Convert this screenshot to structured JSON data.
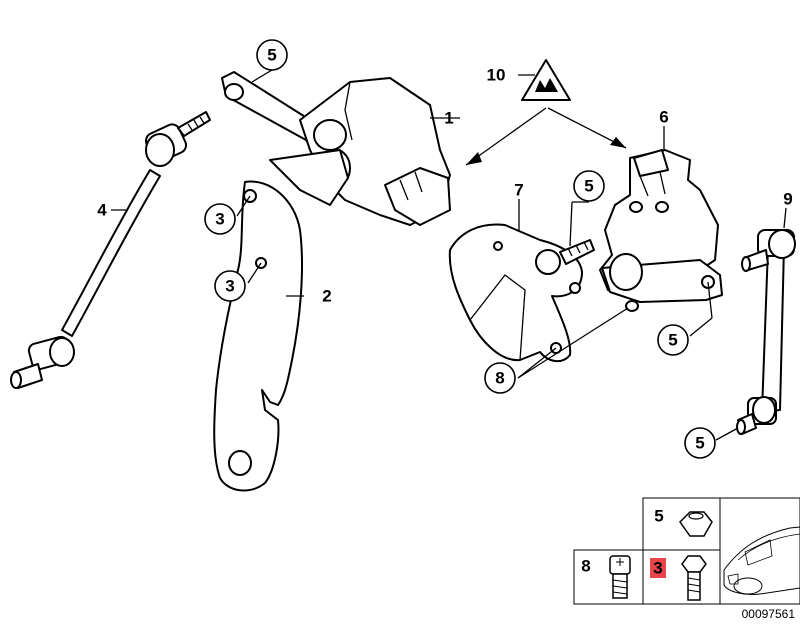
{
  "diagram": {
    "callouts": [
      "5",
      "3",
      "3",
      "5",
      "8",
      "5",
      "5"
    ],
    "labels": [
      "1",
      "2",
      "4",
      "6",
      "7",
      "9",
      "10"
    ],
    "legend": {
      "items": [
        "5",
        "8",
        "3"
      ],
      "highlight_color": "#e8454a"
    },
    "catalog_number": "00097561",
    "warning_icon": "warning-triangle-icon"
  }
}
